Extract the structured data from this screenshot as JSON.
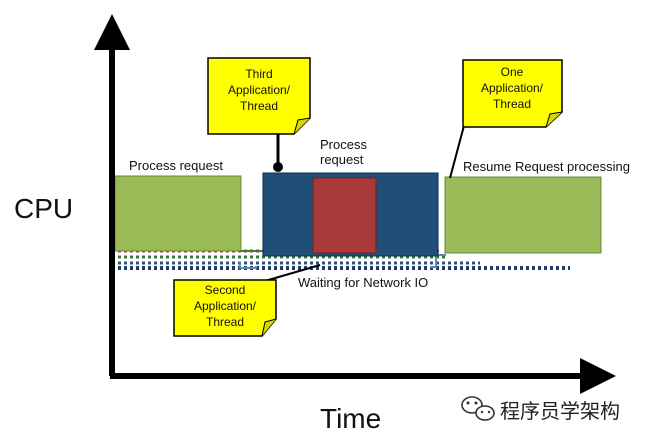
{
  "axes": {
    "y_label": "CPU",
    "x_label": "Time"
  },
  "labels": {
    "process_request_1": "Process request",
    "process_request_2_line1": "Process",
    "process_request_2_line2": "request",
    "resume": "Resume Request processing",
    "waiting": "Waiting for Network IO"
  },
  "notes": {
    "third": [
      "Third",
      "Application/",
      "Thread"
    ],
    "one": [
      "One",
      "Application/",
      "Thread"
    ],
    "second": [
      "Second",
      "Application/",
      "Thread"
    ]
  },
  "watermark": {
    "text": "程序员学架构",
    "icon": "wechat-icon"
  },
  "colors": {
    "green": "#9bbb59",
    "blue": "#1f4e79",
    "red": "#a83a3a",
    "note": "#ffff00",
    "axis": "#000000"
  }
}
